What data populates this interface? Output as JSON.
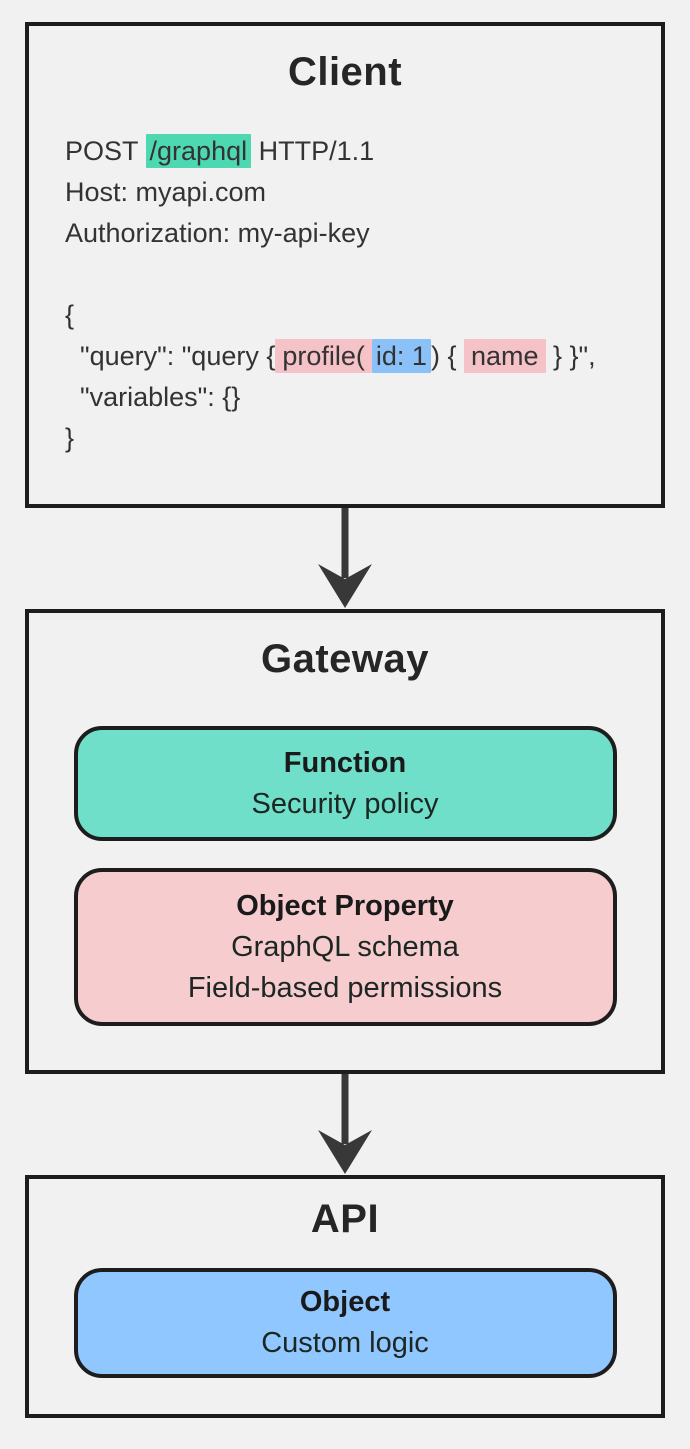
{
  "colors": {
    "background": "#f1f1f1",
    "box_border": "#1d1d1d",
    "arrow": "#383838",
    "text_body": "#333333",
    "text_title": "#262626",
    "teal_fill": "#70dfc9",
    "pink_fill": "#f6cccf",
    "blue_fill": "#90c7fe",
    "hl_teal": "#4ed8b2",
    "hl_pink": "#f4c2c7",
    "hl_blue": "#8ac1f8"
  },
  "client": {
    "title": "Client",
    "request_headers": [
      {
        "segments": [
          {
            "text": "POST "
          },
          {
            "text": "/graphql",
            "highlight": "teal"
          },
          {
            "text": " HTTP/1.1"
          }
        ]
      },
      {
        "segments": [
          {
            "text": "Host: myapi.com"
          }
        ]
      },
      {
        "segments": [
          {
            "text": "Authorization: my-api-key"
          }
        ]
      }
    ],
    "request_body": [
      {
        "segments": [
          {
            "text": "{"
          }
        ]
      },
      {
        "segments": [
          {
            "text": "  \"query\": \"query {"
          },
          {
            "text": "profile(",
            "highlight": "pink"
          },
          {
            "text": "id: 1",
            "highlight": "blue"
          },
          {
            "text": ") { "
          },
          {
            "text": "name",
            "highlight": "pink"
          },
          {
            "text": " } }\","
          }
        ]
      },
      {
        "segments": [
          {
            "text": "  \"variables\": {}"
          }
        ]
      },
      {
        "segments": [
          {
            "text": "}"
          }
        ]
      }
    ]
  },
  "gateway": {
    "title": "Gateway",
    "function_box": {
      "title": "Function",
      "subtitle": "Security policy"
    },
    "object_property_box": {
      "title": "Object Property",
      "line1": "GraphQL schema",
      "line2": "Field-based permissions"
    }
  },
  "api": {
    "title": "API",
    "object_box": {
      "title": "Object",
      "subtitle": "Custom logic"
    }
  }
}
